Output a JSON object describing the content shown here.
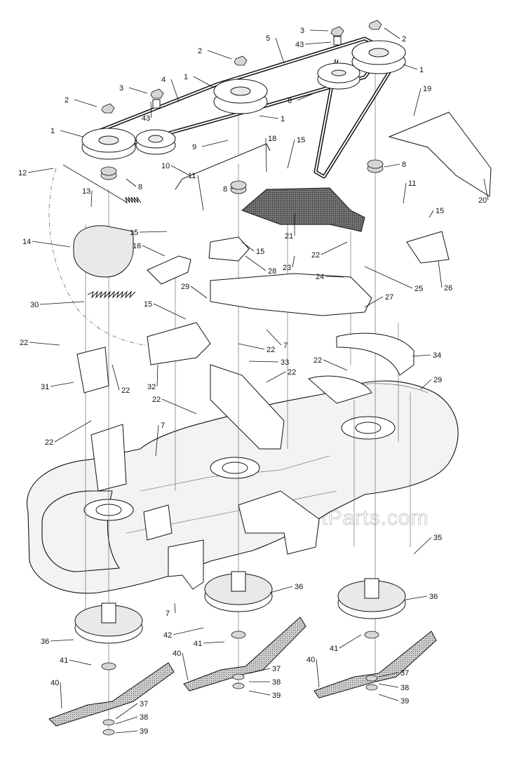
{
  "watermark": "eReplacementParts.com",
  "callouts": [
    "1",
    "2",
    "3",
    "4",
    "5",
    "6",
    "7",
    "8",
    "9",
    "10",
    "11",
    "12",
    "13",
    "14",
    "15",
    "16",
    "18",
    "19",
    "20",
    "21",
    "22",
    "23",
    "24",
    "25",
    "26",
    "27",
    "28",
    "29",
    "30",
    "31",
    "32",
    "33",
    "34",
    "35",
    "36",
    "37",
    "38",
    "39",
    "40",
    "41",
    "42",
    "43"
  ]
}
